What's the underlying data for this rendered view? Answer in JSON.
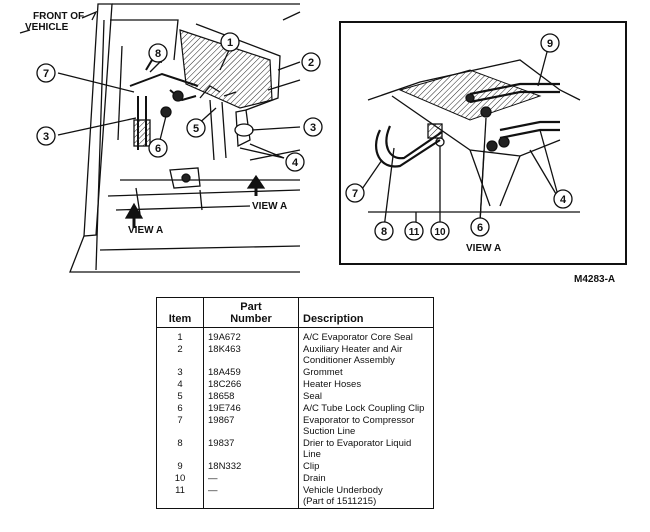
{
  "figure": {
    "front_label": [
      "FRONT OF",
      "VEHICLE"
    ],
    "view_a_left_1": "VIEW A",
    "view_a_left_2": "VIEW A",
    "view_a_inset": "VIEW A",
    "figure_code": "M4283-A",
    "callouts_main": [
      "1",
      "2",
      "3",
      "3",
      "4",
      "5",
      "6",
      "7",
      "8"
    ],
    "callouts_inset": [
      "9",
      "4",
      "6",
      "7",
      "8",
      "11",
      "10"
    ]
  },
  "table": {
    "headers": {
      "item": "Item",
      "part_line1": "Part",
      "part_line2": "Number",
      "description": "Description"
    },
    "rows": [
      {
        "item": "1",
        "part": "19A672",
        "desc": [
          "A/C Evaporator Core Seal"
        ]
      },
      {
        "item": "2",
        "part": "18K463",
        "desc": [
          "Auxiliary Heater and Air",
          "Conditioner Assembly"
        ]
      },
      {
        "item": "3",
        "part": "18A459",
        "desc": [
          "Grommet"
        ]
      },
      {
        "item": "4",
        "part": "18C266",
        "desc": [
          "Heater Hoses"
        ]
      },
      {
        "item": "5",
        "part": "18658",
        "desc": [
          "Seal"
        ]
      },
      {
        "item": "6",
        "part": "19E746",
        "desc": [
          "A/C Tube Lock Coupling Clip"
        ]
      },
      {
        "item": "7",
        "part": "19867",
        "desc": [
          "Evaporator to Compressor",
          "Suction Line"
        ]
      },
      {
        "item": "8",
        "part": "19837",
        "desc": [
          "Drier to Evaporator Liquid",
          "Line"
        ]
      },
      {
        "item": "9",
        "part": "18N332",
        "desc": [
          "Clip"
        ]
      },
      {
        "item": "10",
        "part": "—",
        "desc": [
          "Drain"
        ]
      },
      {
        "item": "11",
        "part": "—",
        "desc": [
          "Vehicle Underbody",
          "(Part of 1511215)"
        ]
      }
    ]
  }
}
